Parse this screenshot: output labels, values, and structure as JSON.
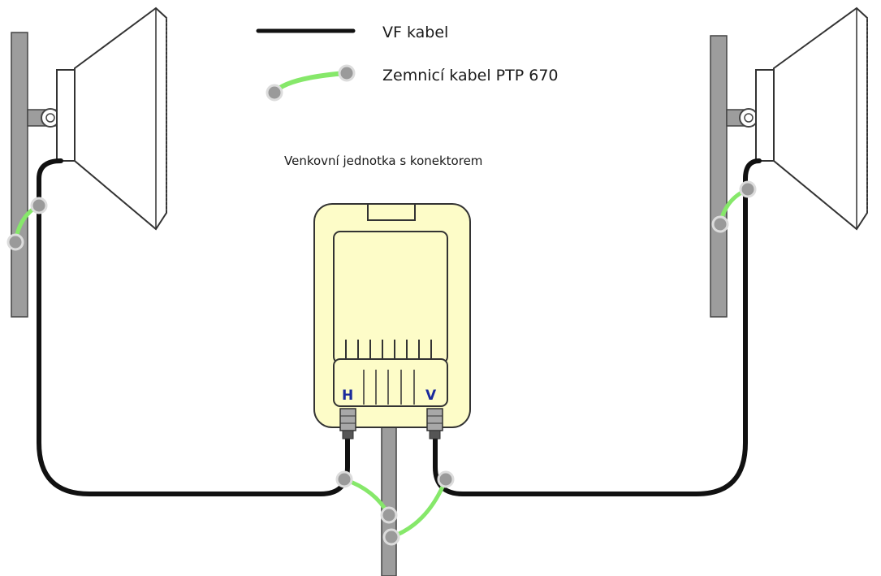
{
  "legend": {
    "rf_cable_label": "VF kabel",
    "ground_cable_label": "Zemnicí kabel PTP 670"
  },
  "unit_label": "Venkovní jednotka s konektorem",
  "ports": {
    "h": "H",
    "v": "V"
  },
  "colors": {
    "rf_cable": "#111111",
    "ground_cable": "#86e86a",
    "ground_lug": "#9a9a9a",
    "unit_fill": "#fdfcc8",
    "mast_fill": "#9d9d9d",
    "port_text": "#1a2a9c"
  }
}
